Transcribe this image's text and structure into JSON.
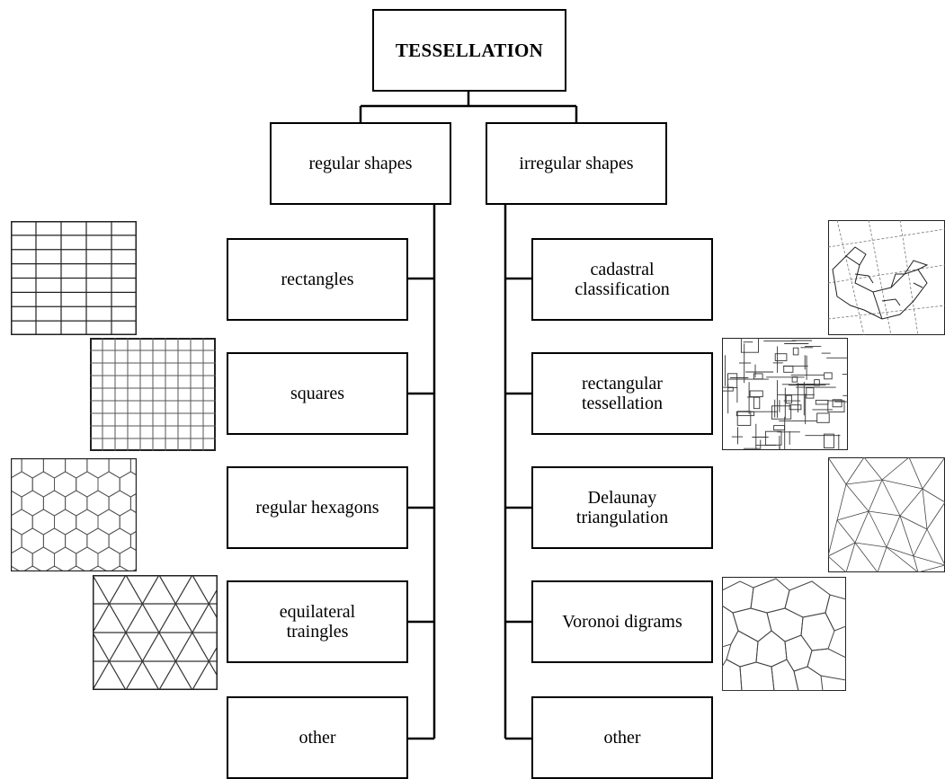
{
  "root": {
    "label": "TESSELLATION"
  },
  "regular": {
    "label": "regular shapes",
    "items": [
      "rectangles",
      "squares",
      "regular hexagons",
      "equilateral\ntraingles",
      "other"
    ]
  },
  "irregular": {
    "label": "irregular shapes",
    "items": [
      "cadastral\nclassification",
      "rectangular\ntessellation",
      "Delaunay\ntriangulation",
      "Voronoi digrams",
      "other"
    ]
  },
  "thumbnails": {
    "left": [
      "rectangles-grid",
      "squares-grid",
      "hexagon-grid",
      "triangle-grid"
    ],
    "right": [
      "cadastral-map",
      "rectangular-tessellation",
      "delaunay-mesh",
      "voronoi-cells"
    ]
  }
}
